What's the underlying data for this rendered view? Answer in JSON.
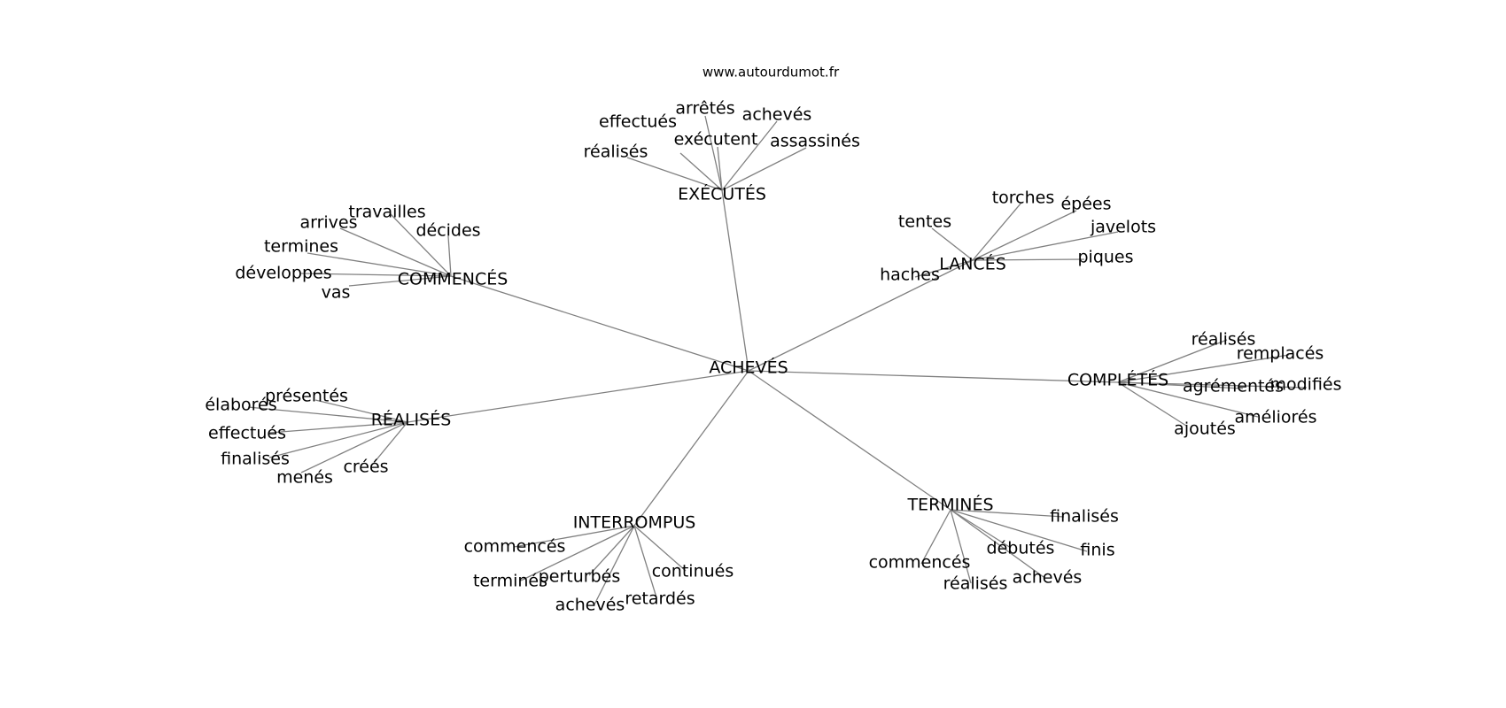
{
  "credit": "www.autourdumot.fr",
  "center": "ACHEVÉS",
  "clusters": [
    {
      "label": "EXÉCUTÉS",
      "leaves": [
        "arrêtés",
        "effectués",
        "achevés",
        "exécutent",
        "réalisés",
        "assassinés"
      ]
    },
    {
      "label": "LANCÉS",
      "leaves": [
        "torches",
        "épées",
        "tentes",
        "javelots",
        "piques",
        "haches"
      ]
    },
    {
      "label": "COMMENCÉS",
      "leaves": [
        "travailles",
        "arrives",
        "décides",
        "termines",
        "développes",
        "vas"
      ]
    },
    {
      "label": "COMPLÉTÉS",
      "leaves": [
        "réalisés",
        "remplacés",
        "agrémentés",
        "modifiés",
        "améliorés",
        "ajoutés"
      ]
    },
    {
      "label": "RÉALISÉS",
      "leaves": [
        "présentés",
        "élaborés",
        "effectués",
        "finalisés",
        "menés",
        "créés"
      ]
    },
    {
      "label": "TERMINÉS",
      "leaves": [
        "finalisés",
        "débutés",
        "finis",
        "commencés",
        "achevés",
        "réalisés"
      ]
    },
    {
      "label": "INTERROMPUS",
      "leaves": [
        "commencés",
        "continués",
        "terminés",
        "perturbés",
        "achevés",
        "retardés"
      ]
    }
  ]
}
